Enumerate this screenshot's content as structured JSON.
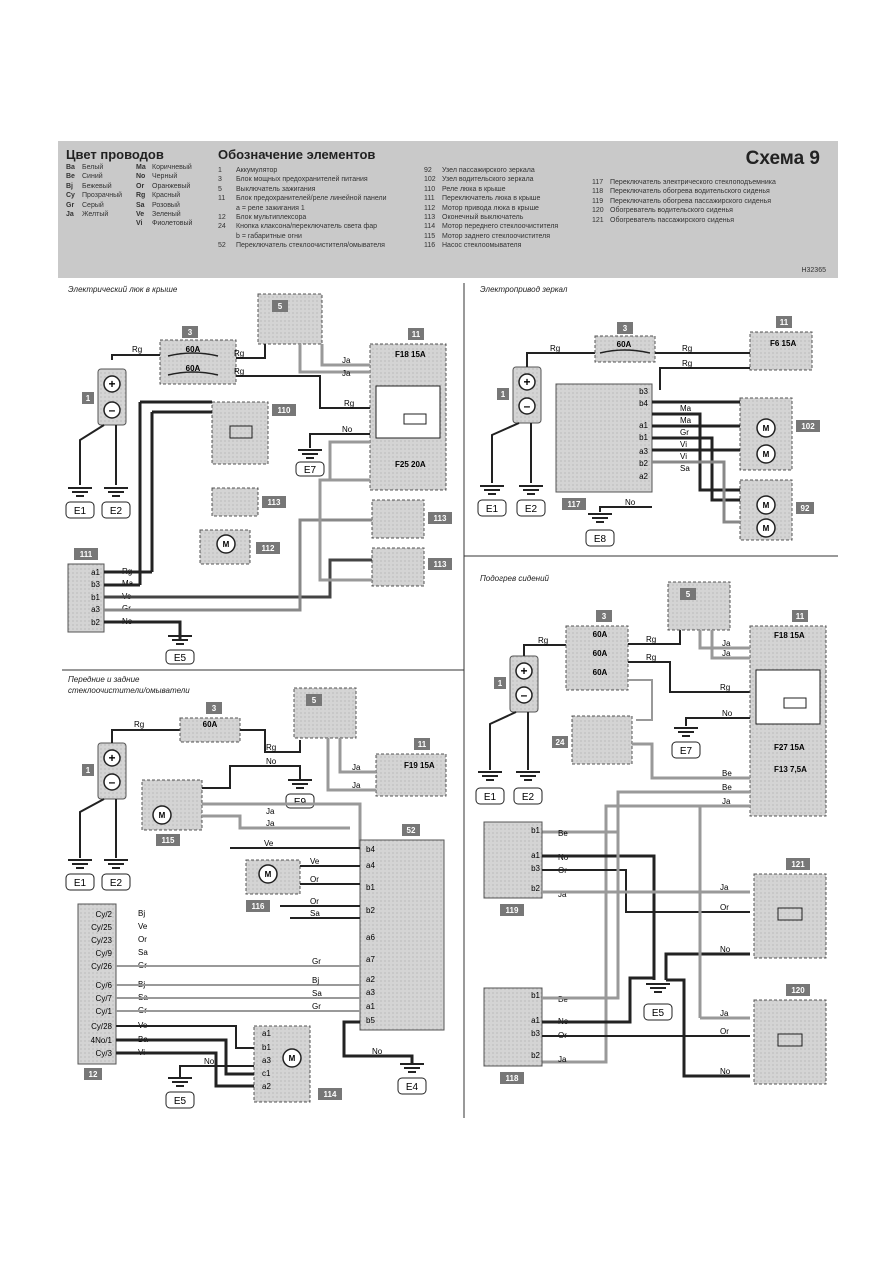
{
  "header": {
    "wire_colors_title": "Цвет проводов",
    "elements_title": "Обозначение элементов",
    "scheme_title": "Схема 9",
    "code": "H32365",
    "wire_colors_left": [
      {
        "code": "Ba",
        "name": "Белый"
      },
      {
        "code": "Be",
        "name": "Синий"
      },
      {
        "code": "Bj",
        "name": "Бежевый"
      },
      {
        "code": "Cy",
        "name": "Прозрачный"
      },
      {
        "code": "Gr",
        "name": "Серый"
      },
      {
        "code": "Ja",
        "name": "Желтый"
      }
    ],
    "wire_colors_right": [
      {
        "code": "Ma",
        "name": "Коричневый"
      },
      {
        "code": "No",
        "name": "Черный"
      },
      {
        "code": "Or",
        "name": "Оранжевый"
      },
      {
        "code": "Rg",
        "name": "Красный"
      },
      {
        "code": "Sa",
        "name": "Розовый"
      },
      {
        "code": "Ve",
        "name": "Зеленый"
      },
      {
        "code": "Vi",
        "name": "Фиолетовый"
      }
    ],
    "elements_col1": [
      {
        "num": "1",
        "name": "Аккумулятор"
      },
      {
        "num": "3",
        "name": "Блок мощных предохранителей питания"
      },
      {
        "num": "5",
        "name": "Выключатель зажигания"
      },
      {
        "num": "11",
        "name": "Блок предохранителей/реле линейной панели"
      },
      {
        "num": "",
        "name": "a = реле зажигания 1"
      },
      {
        "num": "12",
        "name": "Блок мультиплексора"
      },
      {
        "num": "24",
        "name": "Кнопка клаксона/переключатель света фар"
      },
      {
        "num": "",
        "name": "b = габаритные огни"
      },
      {
        "num": "52",
        "name": "Переключатель стеклоочистителя/омывателя"
      }
    ],
    "elements_col2": [
      {
        "num": "92",
        "name": "Узел пассажирского зеркала"
      },
      {
        "num": "102",
        "name": "Узел водительского зеркала"
      },
      {
        "num": "110",
        "name": "Реле люка в крыше"
      },
      {
        "num": "111",
        "name": "Переключатель люка в крыше"
      },
      {
        "num": "112",
        "name": "Мотор привода люка в крыше"
      },
      {
        "num": "113",
        "name": "Оконечный выключатель"
      },
      {
        "num": "114",
        "name": "Мотор переднего стеклоочистителя"
      },
      {
        "num": "115",
        "name": "Мотор заднего стеклоочистителя"
      },
      {
        "num": "116",
        "name": "Насос стеклоомывателя"
      }
    ],
    "elements_col3": [
      {
        "num": "117",
        "name": "Переключатель электрического стеклоподъемника"
      },
      {
        "num": "118",
        "name": "Переключатель обогрева водительского сиденья"
      },
      {
        "num": "119",
        "name": "Переключатель обогрева пассажирского сиденья"
      },
      {
        "num": "120",
        "name": "Обогреватель водительского сиденья"
      },
      {
        "num": "121",
        "name": "Обогреватель пассажирского сиденья"
      }
    ]
  },
  "sections": {
    "sunroof": "Электрический люк в крыше",
    "mirrors": "Электропривод зеркал",
    "wipers_line1": "Передние и задние",
    "wipers_line2": "стеклоочистители/омыватели",
    "seats": "Подогрев сидений"
  },
  "labels": {
    "comp_1": "1",
    "comp_3": "3",
    "comp_5": "5",
    "comp_11": "11",
    "comp_12": "12",
    "comp_24": "24",
    "comp_52": "52",
    "comp_92": "92",
    "comp_102": "102",
    "comp_110": "110",
    "comp_111": "111",
    "comp_112": "112",
    "comp_113": "113",
    "comp_114": "114",
    "comp_115": "115",
    "comp_116": "116",
    "comp_117": "117",
    "comp_118": "118",
    "comp_119": "119",
    "comp_120": "120",
    "comp_121": "121",
    "e1": "E1",
    "e2": "E2",
    "e4": "E4",
    "e5": "E5",
    "e7": "E7",
    "e8": "E8",
    "e9": "E9",
    "fuse_60a": "60A",
    "f18": "F18 15A",
    "f25": "F25 20A",
    "f6": "F6 15A",
    "f19": "F19 15A",
    "f27": "F27 15A",
    "f13": "F13 7,5A",
    "rg": "Rg",
    "no": "No",
    "ja": "Ja",
    "ma": "Ma",
    "gr": "Gr",
    "vi": "Vi",
    "sa": "Sa",
    "ve": "Ve",
    "or": "Or",
    "be": "Be",
    "bj": "Bj",
    "ba": "Ba",
    "cy_pins": [
      "Cy/2",
      "Cy/25",
      "Cy/23",
      "Cy/9",
      "Cy/26",
      "Cy/6",
      "Cy/7",
      "Cy/1",
      "Cy/28",
      "4No/1",
      "Cy/3"
    ],
    "cy_wires": [
      "Bj",
      "Ve",
      "Or",
      "Sa",
      "Gr",
      "Bj",
      "Sa",
      "Gr",
      "Ve",
      "Ba",
      "Vi"
    ],
    "sw111_pins": [
      "a1",
      "b3",
      "b1",
      "a3",
      "b2"
    ],
    "sw111_wires": [
      "Rg",
      "Ma",
      "Ve",
      "Gr",
      "No"
    ],
    "sw117_pins": [
      "b3",
      "b4",
      "a1",
      "b1",
      "a3",
      "b2",
      "a2"
    ],
    "sw117_wires": [
      "Ma",
      "Ma",
      "Gr",
      "Vi",
      "Vi",
      "Sa"
    ],
    "sw52_pins": [
      "b4",
      "a4",
      "b1",
      "b2",
      "a6",
      "a7",
      "a2",
      "a3",
      "a1",
      "b5"
    ],
    "sw52_wires": [
      "Ve",
      "Ve",
      "Or",
      "Sa",
      "Gr",
      "Bj",
      "Sa",
      "Gr"
    ],
    "sw119_pins": [
      "b1",
      "a1",
      "b3",
      "b2"
    ],
    "sw119_wires": [
      "Be",
      "No",
      "Or",
      "Ja"
    ],
    "m114_pins": [
      "a1",
      "b1",
      "a3",
      "c1",
      "a2"
    ]
  }
}
